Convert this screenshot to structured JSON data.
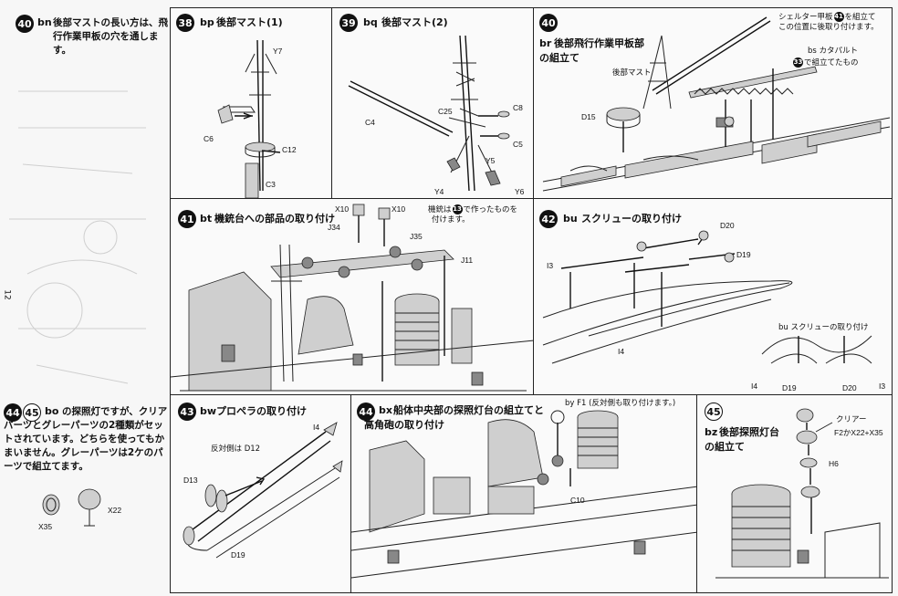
{
  "page_number": "12",
  "steps": {
    "s40a": {
      "num": "40",
      "code": "bn",
      "text": "後部マストの長い方は、飛行作業甲板の穴を通します。"
    },
    "s38": {
      "num": "38",
      "code": "bp",
      "title": "後部マスト(1)",
      "parts": [
        "Y7",
        "C6",
        "C12",
        "C3"
      ]
    },
    "s39": {
      "num": "39",
      "code": "bq",
      "title": "後部マスト(2)",
      "parts": [
        "C4",
        "C25",
        "C8",
        "C5",
        "Y5",
        "Y4",
        "Y6"
      ]
    },
    "s40b": {
      "num": "40",
      "code": "br",
      "title_line1": "後部飛行作業甲板部",
      "title_line2": "の組立て",
      "note_top": "シェルター甲板",
      "note_top_ref": "41",
      "note_top_tail": "を組立て",
      "note_top2": "この位置に後取り付けます。",
      "catapult_label": "bs カタパルト",
      "catapult_ref": "33",
      "catapult_tail": "で組立てたもの",
      "mast_label": "後部マスト",
      "parts": [
        "D15"
      ]
    },
    "s41": {
      "num": "41",
      "code": "bt",
      "title": "機銃台への部品の取り付け",
      "note_line1": "機銃は",
      "note_ref": "13",
      "note_line1b": "で作ったものを",
      "note_line2": "付けます。",
      "parts": [
        "X10",
        "X10",
        "J34",
        "J35",
        "J11"
      ]
    },
    "s42": {
      "num": "42",
      "code": "bu",
      "title": "スクリューの取り付け",
      "inset_label": "bu スクリューの取り付け",
      "parts": [
        "D20",
        "D19",
        "I3",
        "I4"
      ],
      "inset_parts": [
        "I4",
        "D19",
        "D20",
        "I3"
      ]
    },
    "s4445": {
      "num1": "44",
      "num2": "45",
      "code": "bo",
      "text": "の探照灯ですが、クリアパーツとグレーパーツの2種類がセットされています。どちらを使ってもかまいません。グレーパーツは2ケのパーツで組立てます。",
      "parts": [
        "X22",
        "X35"
      ]
    },
    "s43": {
      "num": "43",
      "code": "bw",
      "title": "プロペラの取り付け",
      "reverse_label": "反対側は D12",
      "parts": [
        "I4",
        "D13",
        "D19"
      ]
    },
    "s44": {
      "num": "44",
      "code": "bx",
      "title_line1": "船体中央部の探照灯台の組立てと",
      "title_line2": "高角砲の取り付け",
      "note": "by F1",
      "note_tail": "(反対側も取り付けます。)",
      "parts": [
        "C10"
      ]
    },
    "s45": {
      "num": "45",
      "code": "bz",
      "title_line1": "後部探照灯台",
      "title_line2": "の組立て",
      "clear_label": "クリアー",
      "clear_parts": "F2かX22+X35",
      "parts": [
        "H6"
      ]
    }
  }
}
